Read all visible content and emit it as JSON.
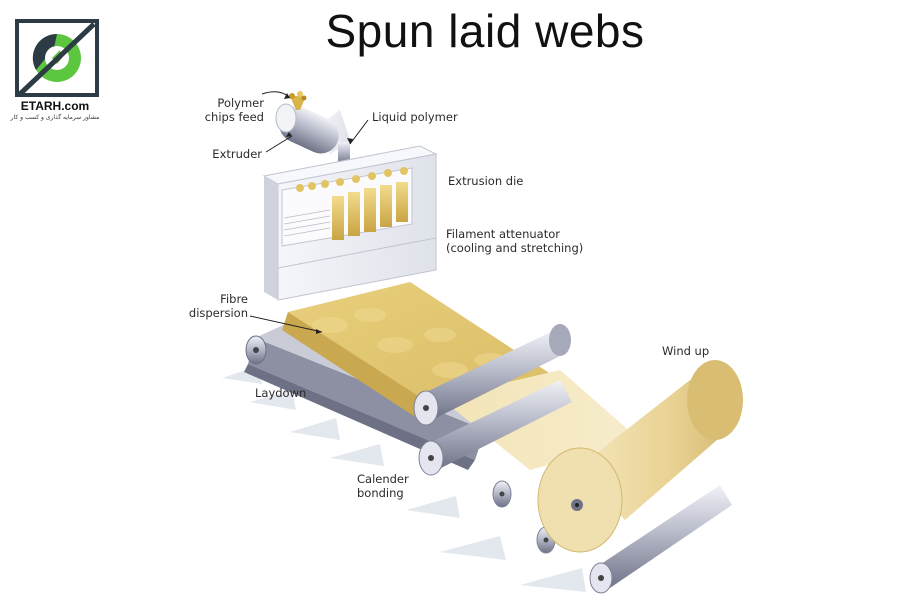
{
  "title": "Spun laid webs",
  "logo": {
    "name": "ETARH.com",
    "subtitle": "مشاور سرمایه گذاری و کسب و کار"
  },
  "labels": {
    "polymer_chips": [
      "Polymer",
      "chips feed"
    ],
    "liquid_polymer": "Liquid polymer",
    "extruder": "Extruder",
    "extrusion_die": "Extrusion die",
    "filament_attenuator": [
      "Filament attenuator",
      "(cooling and stretching)"
    ],
    "fibre_dispersion": [
      "Fibre",
      "dispersion"
    ],
    "wind_up": "Wind up",
    "laydown": "Laydown",
    "calender_bonding": [
      "Calender",
      "bonding"
    ]
  },
  "colors": {
    "logo_green": "#5cc63f",
    "logo_dark": "#2d3b44",
    "web_gold": "#e4c978",
    "web_light": "#f2e4ba",
    "roll_gold": "#ead39a",
    "steel": "#9ea1b4",
    "steel_light": "#e4e5ee",
    "box_light": "#eef0f6",
    "box_side": "#d4d7e2",
    "arrow_shade": "#dfe4ec"
  }
}
